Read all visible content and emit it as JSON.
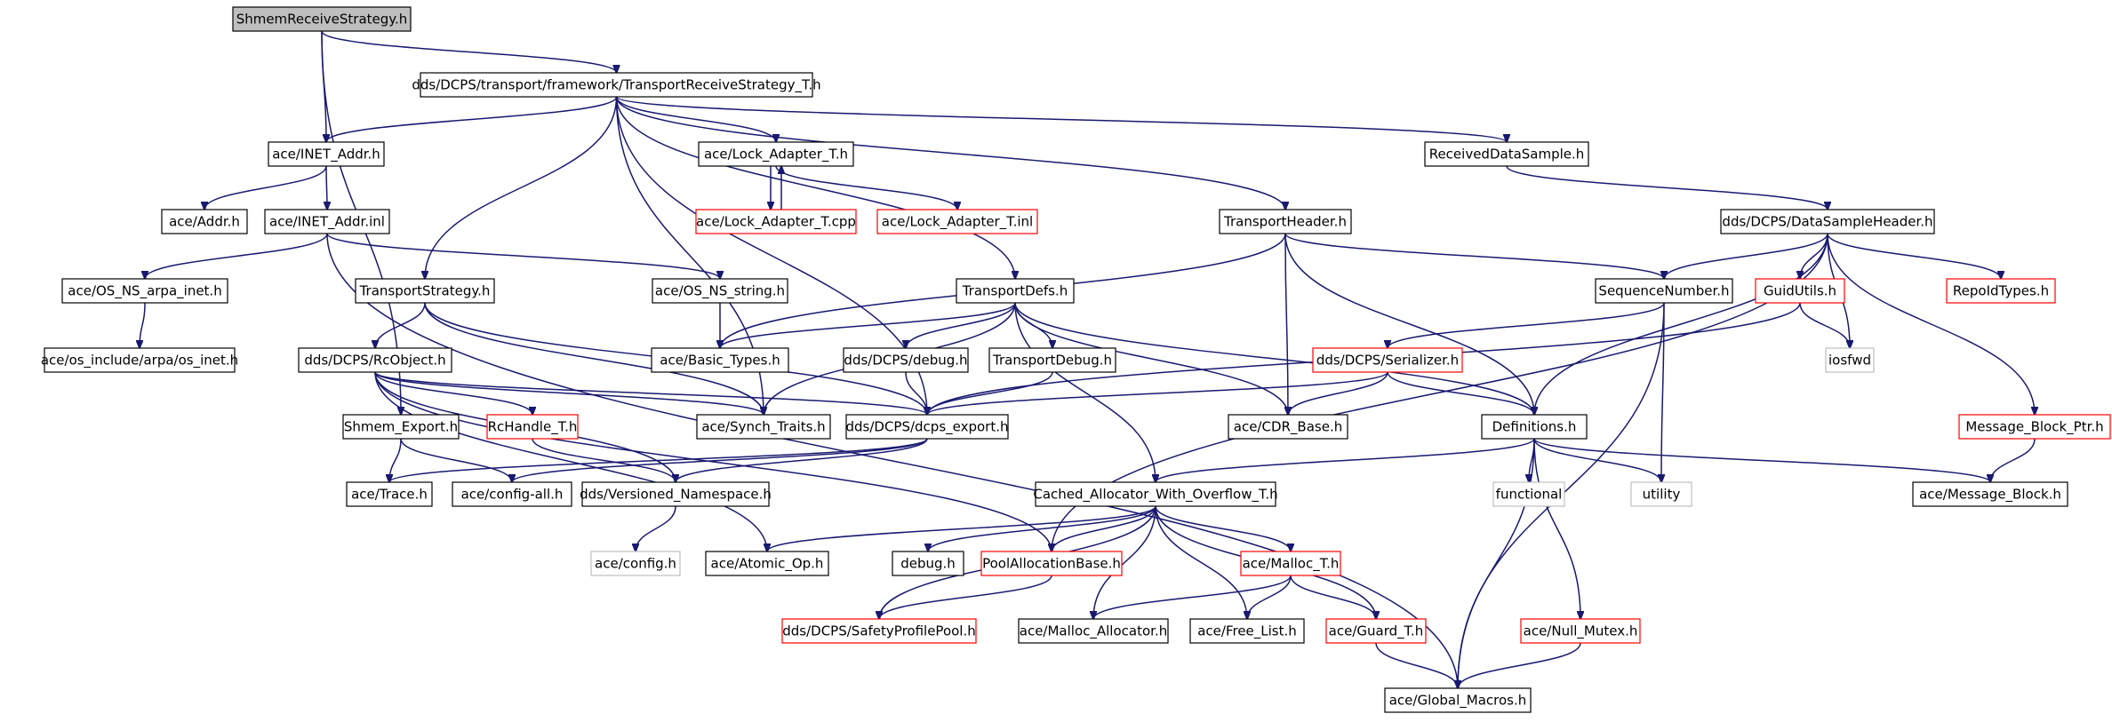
{
  "colors": {
    "edge": "#191970",
    "root_fill": "#bfbfbf",
    "node_border": "#000000",
    "missing_border": "#ff0000",
    "system_border": "#bfbfbf",
    "node_fill": "#ffffff",
    "text": "#000000"
  },
  "nodes": [
    {
      "id": "shmem_recv",
      "label": "ShmemReceiveStrategy.h",
      "kind": "root"
    },
    {
      "id": "trs_t",
      "label": "dds/DCPS/transport/framework/TransportReceiveStrategy_T.h",
      "kind": "normal"
    },
    {
      "id": "inet_addr",
      "label": "ace/INET_Addr.h",
      "kind": "normal"
    },
    {
      "id": "lock_adapter",
      "label": "ace/Lock_Adapter_T.h",
      "kind": "normal"
    },
    {
      "id": "received_sample",
      "label": "ReceivedDataSample.h",
      "kind": "normal"
    },
    {
      "id": "addr",
      "label": "ace/Addr.h",
      "kind": "normal"
    },
    {
      "id": "inet_inl",
      "label": "ace/INET_Addr.inl",
      "kind": "normal"
    },
    {
      "id": "lock_cpp",
      "label": "ace/Lock_Adapter_T.cpp",
      "kind": "missing"
    },
    {
      "id": "lock_inl",
      "label": "ace/Lock_Adapter_T.inl",
      "kind": "missing"
    },
    {
      "id": "transport_header",
      "label": "TransportHeader.h",
      "kind": "normal"
    },
    {
      "id": "data_sample_header",
      "label": "dds/DCPS/DataSampleHeader.h",
      "kind": "normal"
    },
    {
      "id": "os_ns_arpa",
      "label": "ace/OS_NS_arpa_inet.h",
      "kind": "normal"
    },
    {
      "id": "transport_strategy",
      "label": "TransportStrategy.h",
      "kind": "normal"
    },
    {
      "id": "os_ns_string",
      "label": "ace/OS_NS_string.h",
      "kind": "normal"
    },
    {
      "id": "transport_defs",
      "label": "TransportDefs.h",
      "kind": "normal"
    },
    {
      "id": "sequence_number",
      "label": "SequenceNumber.h",
      "kind": "normal"
    },
    {
      "id": "guid_utils",
      "label": "GuidUtils.h",
      "kind": "missing"
    },
    {
      "id": "repoid_types",
      "label": "RepoIdTypes.h",
      "kind": "missing"
    },
    {
      "id": "os_inet",
      "label": "ace/os_include/arpa/os_inet.h",
      "kind": "normal"
    },
    {
      "id": "rcobject",
      "label": "dds/DCPS/RcObject.h",
      "kind": "normal"
    },
    {
      "id": "basic_types",
      "label": "ace/Basic_Types.h",
      "kind": "normal"
    },
    {
      "id": "dcps_debug",
      "label": "dds/DCPS/debug.h",
      "kind": "normal"
    },
    {
      "id": "transport_debug",
      "label": "TransportDebug.h",
      "kind": "normal"
    },
    {
      "id": "serializer",
      "label": "dds/DCPS/Serializer.h",
      "kind": "missing"
    },
    {
      "id": "iosfwd",
      "label": "iosfwd",
      "kind": "system"
    },
    {
      "id": "shmem_export",
      "label": "Shmem_Export.h",
      "kind": "normal"
    },
    {
      "id": "rchandle",
      "label": "RcHandle_T.h",
      "kind": "missing"
    },
    {
      "id": "synch_traits",
      "label": "ace/Synch_Traits.h",
      "kind": "normal"
    },
    {
      "id": "dcps_export",
      "label": "dds/DCPS/dcps_export.h",
      "kind": "normal"
    },
    {
      "id": "cdr_base",
      "label": "ace/CDR_Base.h",
      "kind": "normal"
    },
    {
      "id": "definitions",
      "label": "Definitions.h",
      "kind": "normal"
    },
    {
      "id": "mb_ptr",
      "label": "Message_Block_Ptr.h",
      "kind": "missing"
    },
    {
      "id": "trace",
      "label": "ace/Trace.h",
      "kind": "normal"
    },
    {
      "id": "config_all",
      "label": "ace/config-all.h",
      "kind": "normal"
    },
    {
      "id": "versioned_ns",
      "label": "dds/Versioned_Namespace.h",
      "kind": "normal"
    },
    {
      "id": "cached_alloc",
      "label": "Cached_Allocator_With_Overflow_T.h",
      "kind": "normal"
    },
    {
      "id": "functional",
      "label": "functional",
      "kind": "system"
    },
    {
      "id": "utility",
      "label": "utility",
      "kind": "system"
    },
    {
      "id": "message_block",
      "label": "ace/Message_Block.h",
      "kind": "normal"
    },
    {
      "id": "config_h",
      "label": "ace/config.h",
      "kind": "system"
    },
    {
      "id": "atomic_op",
      "label": "ace/Atomic_Op.h",
      "kind": "normal"
    },
    {
      "id": "debug_h",
      "label": "debug.h",
      "kind": "normal"
    },
    {
      "id": "pool_alloc",
      "label": "PoolAllocationBase.h",
      "kind": "missing"
    },
    {
      "id": "malloc_t",
      "label": "ace/Malloc_T.h",
      "kind": "missing"
    },
    {
      "id": "safety_pool",
      "label": "dds/DCPS/SafetyProfilePool.h",
      "kind": "missing"
    },
    {
      "id": "malloc_alloc",
      "label": "ace/Malloc_Allocator.h",
      "kind": "normal"
    },
    {
      "id": "free_list",
      "label": "ace/Free_List.h",
      "kind": "normal"
    },
    {
      "id": "guard_t",
      "label": "ace/Guard_T.h",
      "kind": "missing"
    },
    {
      "id": "null_mutex",
      "label": "ace/Null_Mutex.h",
      "kind": "missing"
    },
    {
      "id": "global_macros",
      "label": "ace/Global_Macros.h",
      "kind": "normal"
    }
  ],
  "edges": [
    [
      "shmem_recv",
      "trs_t"
    ],
    [
      "shmem_recv",
      "inet_addr"
    ],
    [
      "shmem_recv",
      "shmem_export"
    ],
    [
      "trs_t",
      "inet_addr"
    ],
    [
      "trs_t",
      "lock_adapter"
    ],
    [
      "trs_t",
      "received_sample"
    ],
    [
      "trs_t",
      "transport_header"
    ],
    [
      "trs_t",
      "transport_strategy"
    ],
    [
      "trs_t",
      "transport_defs"
    ],
    [
      "trs_t",
      "synch_traits"
    ],
    [
      "trs_t",
      "dcps_export"
    ],
    [
      "inet_addr",
      "addr"
    ],
    [
      "inet_addr",
      "inet_inl"
    ],
    [
      "inet_inl",
      "os_ns_arpa"
    ],
    [
      "inet_inl",
      "os_ns_string"
    ],
    [
      "inet_inl",
      "global_macros"
    ],
    [
      "os_ns_arpa",
      "os_inet"
    ],
    [
      "os_ns_string",
      "basic_types"
    ],
    [
      "lock_adapter",
      "lock_cpp"
    ],
    [
      "lock_cpp",
      "lock_adapter"
    ],
    [
      "lock_adapter",
      "lock_inl"
    ],
    [
      "received_sample",
      "data_sample_header"
    ],
    [
      "transport_header",
      "basic_types"
    ],
    [
      "transport_header",
      "sequence_number"
    ],
    [
      "transport_header",
      "cdr_base"
    ],
    [
      "transport_header",
      "definitions"
    ],
    [
      "data_sample_header",
      "sequence_number"
    ],
    [
      "data_sample_header",
      "guid_utils"
    ],
    [
      "data_sample_header",
      "repoid_types"
    ],
    [
      "data_sample_header",
      "iosfwd"
    ],
    [
      "data_sample_header",
      "definitions"
    ],
    [
      "data_sample_header",
      "mb_ptr"
    ],
    [
      "data_sample_header",
      "pool_alloc"
    ],
    [
      "guid_utils",
      "iosfwd"
    ],
    [
      "guid_utils",
      "dcps_export"
    ],
    [
      "sequence_number",
      "serializer"
    ],
    [
      "sequence_number",
      "utility"
    ],
    [
      "sequence_number",
      "global_macros"
    ],
    [
      "serializer",
      "dcps_export"
    ],
    [
      "serializer",
      "cdr_base"
    ],
    [
      "serializer",
      "definitions"
    ],
    [
      "transport_strategy",
      "rcobject"
    ],
    [
      "transport_strategy",
      "synch_traits"
    ],
    [
      "transport_strategy",
      "dcps_export"
    ],
    [
      "transport_defs",
      "basic_types"
    ],
    [
      "transport_defs",
      "dcps_debug"
    ],
    [
      "transport_defs",
      "transport_debug"
    ],
    [
      "transport_defs",
      "synch_traits"
    ],
    [
      "transport_defs",
      "cdr_base"
    ],
    [
      "transport_defs",
      "definitions"
    ],
    [
      "transport_defs",
      "cached_alloc"
    ],
    [
      "dcps_debug",
      "dcps_export"
    ],
    [
      "transport_debug",
      "dcps_export"
    ],
    [
      "rcobject",
      "rchandle"
    ],
    [
      "rcobject",
      "synch_traits"
    ],
    [
      "rcobject",
      "dcps_export"
    ],
    [
      "rcobject",
      "versioned_ns"
    ],
    [
      "rcobject",
      "atomic_op"
    ],
    [
      "rcobject",
      "pool_alloc"
    ],
    [
      "rchandle",
      "versioned_ns"
    ],
    [
      "shmem_export",
      "trace"
    ],
    [
      "shmem_export",
      "config_all"
    ],
    [
      "dcps_export",
      "trace"
    ],
    [
      "dcps_export",
      "config_all"
    ],
    [
      "dcps_export",
      "versioned_ns"
    ],
    [
      "versioned_ns",
      "config_h"
    ],
    [
      "definitions",
      "cached_alloc"
    ],
    [
      "definitions",
      "functional"
    ],
    [
      "definitions",
      "utility"
    ],
    [
      "definitions",
      "message_block"
    ],
    [
      "definitions",
      "null_mutex"
    ],
    [
      "definitions",
      "global_macros"
    ],
    [
      "mb_ptr",
      "message_block"
    ],
    [
      "cached_alloc",
      "atomic_op"
    ],
    [
      "cached_alloc",
      "debug_h"
    ],
    [
      "cached_alloc",
      "pool_alloc"
    ],
    [
      "cached_alloc",
      "malloc_t"
    ],
    [
      "cached_alloc",
      "safety_pool"
    ],
    [
      "cached_alloc",
      "malloc_alloc"
    ],
    [
      "cached_alloc",
      "free_list"
    ],
    [
      "cached_alloc",
      "guard_t"
    ],
    [
      "pool_alloc",
      "safety_pool"
    ],
    [
      "malloc_t",
      "malloc_alloc"
    ],
    [
      "malloc_t",
      "free_list"
    ],
    [
      "malloc_t",
      "guard_t"
    ],
    [
      "guard_t",
      "global_macros"
    ],
    [
      "null_mutex",
      "global_macros"
    ]
  ]
}
